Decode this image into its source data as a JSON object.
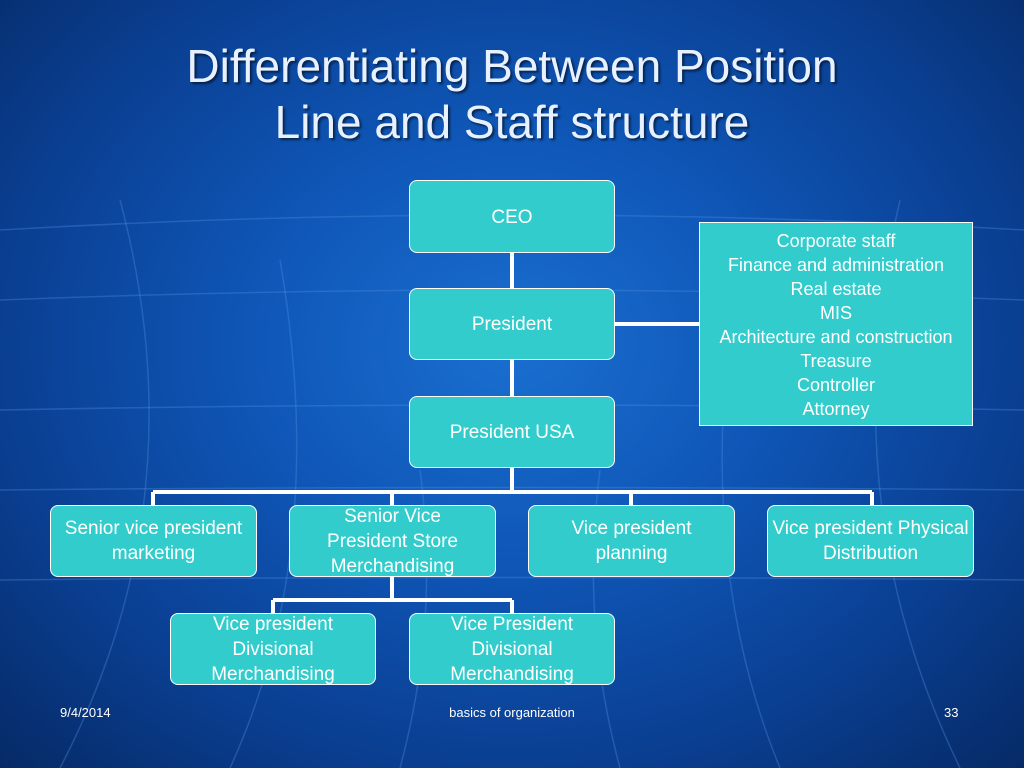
{
  "slide": {
    "title_line1": "Differentiating Between Position",
    "title_line2": "Line and Staff structure"
  },
  "nodes": {
    "ceo": "CEO",
    "president": "President",
    "president_usa": "President USA",
    "svp_marketing": "Senior vice president marketing",
    "svp_store_merch": "Senior Vice President Store Merchandising",
    "vp_planning": "Vice president planning",
    "vp_physical_distribution": "Vice president Physical Distribution",
    "vp_div_merch_1": "Vice president Divisional Merchandising",
    "vp_div_merch_2": "Vice President Divisional Merchandising"
  },
  "staff": {
    "items": [
      "Corporate staff",
      "Finance and administration",
      "Real estate",
      "MIS",
      "Architecture and construction",
      "Treasure",
      "Controller",
      "Attorney"
    ]
  },
  "footer": {
    "date": "9/4/2014",
    "center": "basics of organization",
    "page": "33"
  },
  "colors": {
    "node_fill": "#33cccc",
    "connector": "#ffffff",
    "background": "#0f57b8"
  }
}
